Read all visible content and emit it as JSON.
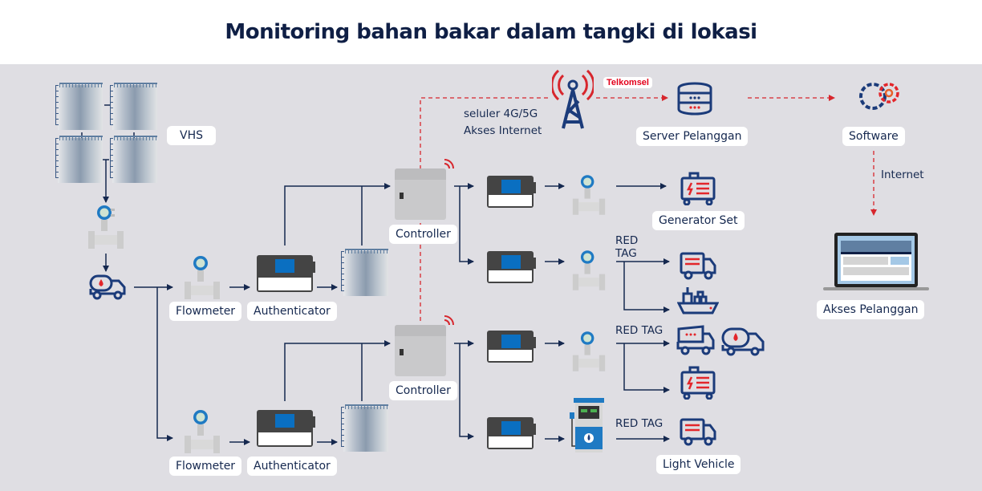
{
  "title": "Monitoring bahan bakar dalam tangki di lokasi",
  "colors": {
    "navy": "#15284f",
    "red": "#d7262d",
    "background": "#dfdee3",
    "screen_blue": "#0a6fc1"
  },
  "labels": {
    "vhs": "VHS",
    "flowmeter_1": "Flowmeter",
    "authenticator_1": "Authenticator",
    "flowmeter_2": "Flowmeter",
    "authenticator_2": "Authenticator",
    "controller_1": "Controller",
    "controller_2": "Controller",
    "generator_set": "Generator Set",
    "light_vehicle": "Light Vehicle",
    "server": "Server Pelanggan",
    "software": "Software",
    "customer_access": "Akses Pelanggan"
  },
  "annotations": {
    "cellular": "seluler 4G/5G",
    "internet_access": "Akses Internet",
    "telkomsel": "Telkomsel",
    "internet": "Internet",
    "red_tag_1a": "RED",
    "red_tag_1b": "TAG",
    "red_tag_2": "RED TAG",
    "red_tag_3": "RED TAG"
  },
  "icons": {
    "tower": "cell-tower-icon",
    "server": "database-server-icon",
    "software": "gears-icon",
    "laptop": "laptop-icon",
    "fuel_truck": "fuel-truck-icon",
    "generator": "generator-icon",
    "truck": "truck-icon",
    "ship": "ship-icon",
    "dump_truck": "dump-truck-icon",
    "fuel_pump": "fuel-dispenser-icon",
    "flowmeter": "flowmeter-icon",
    "tank": "storage-tank-icon",
    "authenticator": "authenticator-device-icon",
    "controller": "controller-box-icon",
    "wifi": "wireless-signal-icon"
  }
}
